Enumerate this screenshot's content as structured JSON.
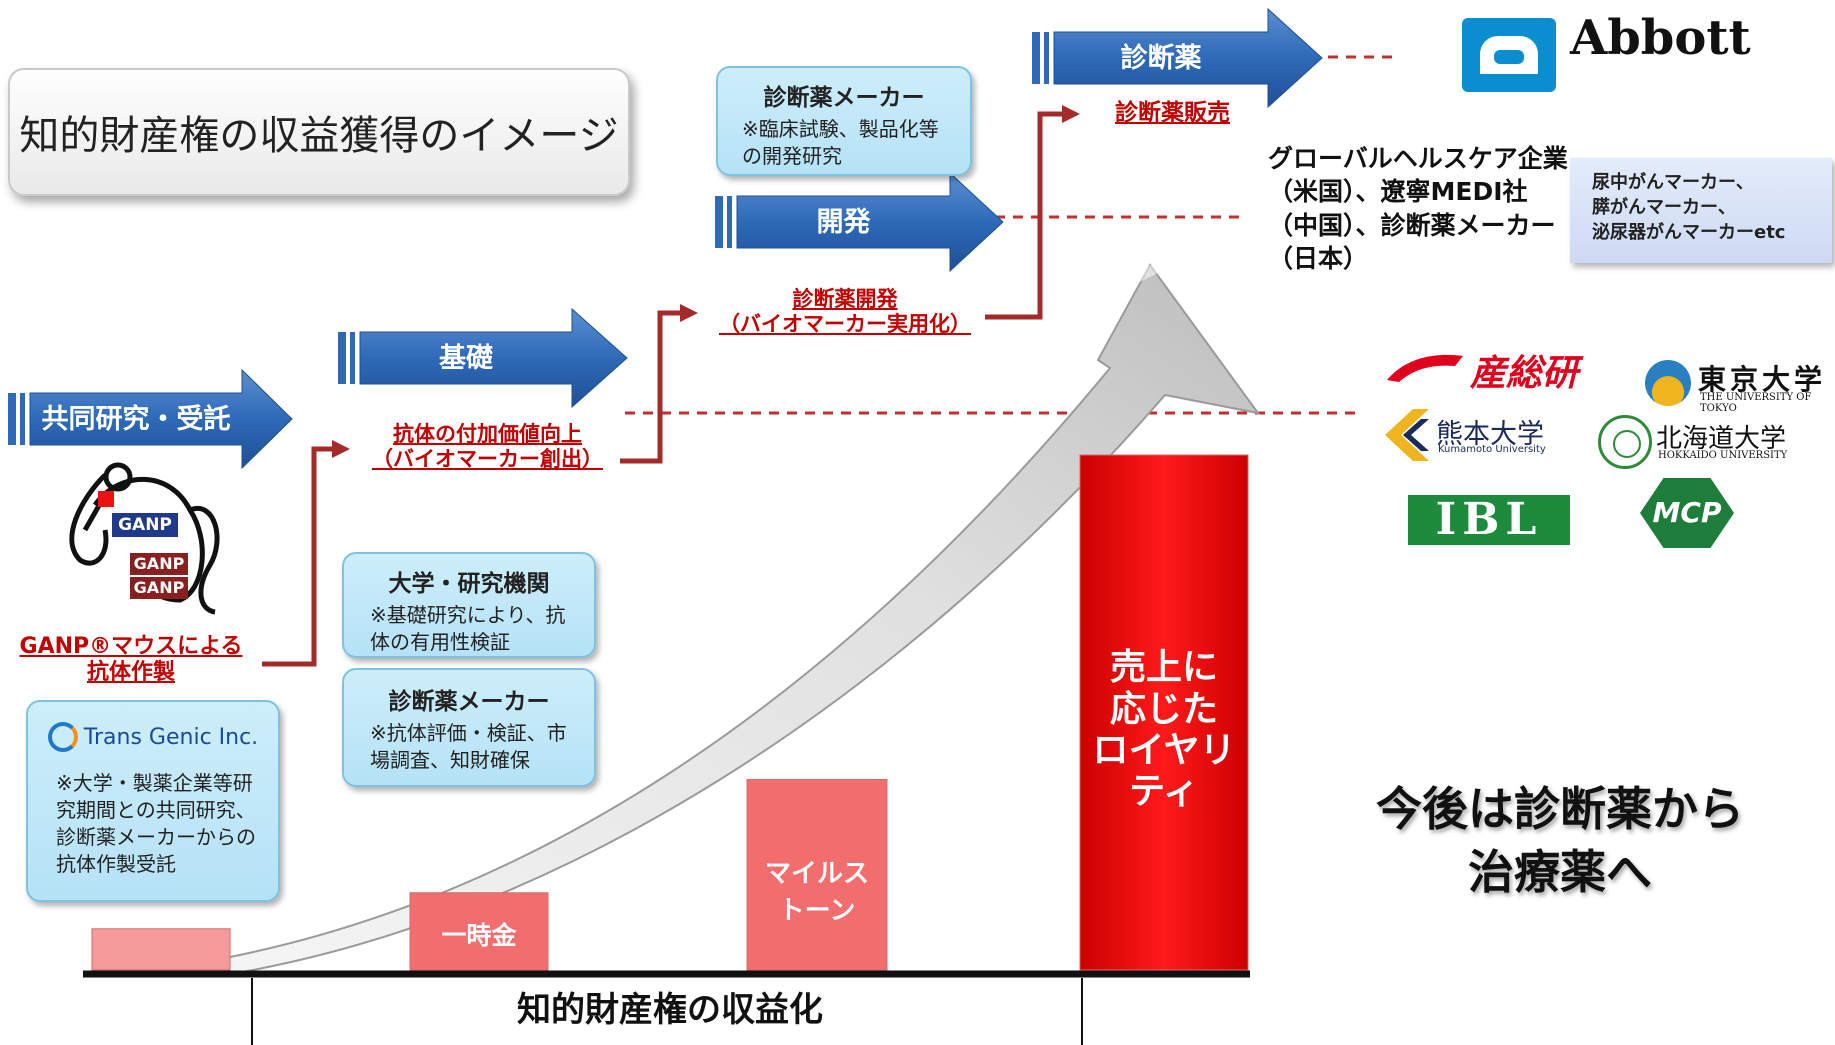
{
  "title": "知的財産権の収益獲得のイメージ",
  "stages": {
    "joint": "共同研究・受託",
    "basic": "基礎",
    "dev": "開発",
    "diag": "診断薬"
  },
  "red_labels": {
    "ganp_line1": "GANP®マウスによる",
    "ganp_line2": "抗体作製",
    "value_line1": "抗体の付加価値向上",
    "value_line2": "（バイオマーカー創出）",
    "diagdev_line1": "診断薬開発",
    "diagdev_line2": "（バイオマーカー実用化）",
    "sales": "診断薬販売"
  },
  "mouse_labels": [
    "GANP",
    "GANP",
    "GANP"
  ],
  "notes": {
    "transgenic_logo": "Trans Genic Inc.",
    "transgenic_body": "※大学・製薬企業等研究期間との共同研究、診断薬メーカーからの抗体作製受託",
    "univ_head": "大学・研究機関",
    "univ_body": "※基礎研究により、抗体の有用性検証",
    "maker1_head": "診断薬メーカー",
    "maker1_body": "※抗体評価・検証、市場調査、知財確保",
    "maker2_head": "診断薬メーカー",
    "maker2_body": "※臨床試験、製品化等の開発研究"
  },
  "partners_text": "グローバルヘルスケア企業（米国）、遼寧MEDI社（中国）、診断薬メーカー（日本）",
  "markers_text": [
    "尿中がんマーカー、",
    "膵がんマーカー、",
    "泌尿器がんマーカーetc"
  ],
  "logos": {
    "abbott": "Abbott",
    "aist": "産総研",
    "utokyo": "東京大学",
    "utokyo_en": "THE UNIVERSITY OF TOKYO",
    "kumamoto": "熊本大学",
    "kumamoto_en": "Kumamoto University",
    "hokkaido": "北海道大学",
    "hokkaido_en": "HOKKAIDO UNIVERSITY",
    "ibl": "IBL",
    "mcp": "MCP"
  },
  "chart_data": {
    "type": "bar",
    "categories": [
      "",
      "一時金",
      "マイルストーン",
      "売上に応じたロイヤリティ"
    ],
    "values": [
      0.08,
      0.15,
      0.37,
      1.0
    ],
    "xlabel": "知的財産権の収益化",
    "colors": [
      "#f59a9a",
      "#f26d6d",
      "#f26d6d",
      "#ee1111"
    ]
  },
  "bar_labels": {
    "lump": "一時金",
    "milestone": [
      "マイルス",
      "トーン"
    ],
    "royalty": [
      "売上に",
      "応じた",
      "ロイヤリ",
      "ティ"
    ]
  },
  "future": [
    "今後は診断薬から",
    "治療薬へ"
  ]
}
